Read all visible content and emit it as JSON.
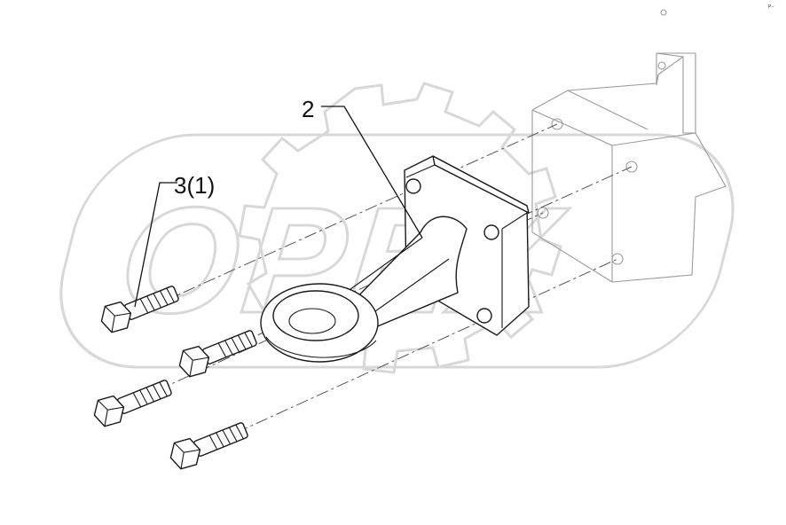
{
  "watermark": {
    "text": "OPEX"
  },
  "corner_tag": {
    "text": "P--"
  },
  "callouts": [
    {
      "id": "2",
      "label": "2"
    },
    {
      "id": "3",
      "label": "3(1)"
    }
  ],
  "colors": {
    "line": "#1a1a1a",
    "ghost_line": "#9a9a9a",
    "watermark": "#d8d8d8",
    "background": "#ffffff"
  }
}
